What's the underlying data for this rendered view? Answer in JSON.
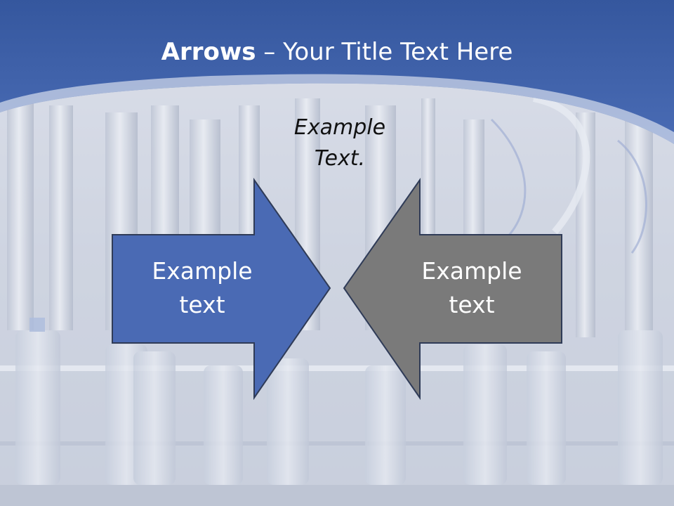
{
  "slide": {
    "title_bold": "Arrows",
    "title_rest": " – Your Title Text Here",
    "top_text_line1": "Example",
    "top_text_line2": "Text.",
    "left_arrow": {
      "line1": "Example",
      "line2": "text",
      "color": "#4a6ab4"
    },
    "right_arrow": {
      "line1": "Example",
      "line2": "text",
      "color": "#7a7a7a"
    },
    "header_color": "#3f5fa6"
  }
}
